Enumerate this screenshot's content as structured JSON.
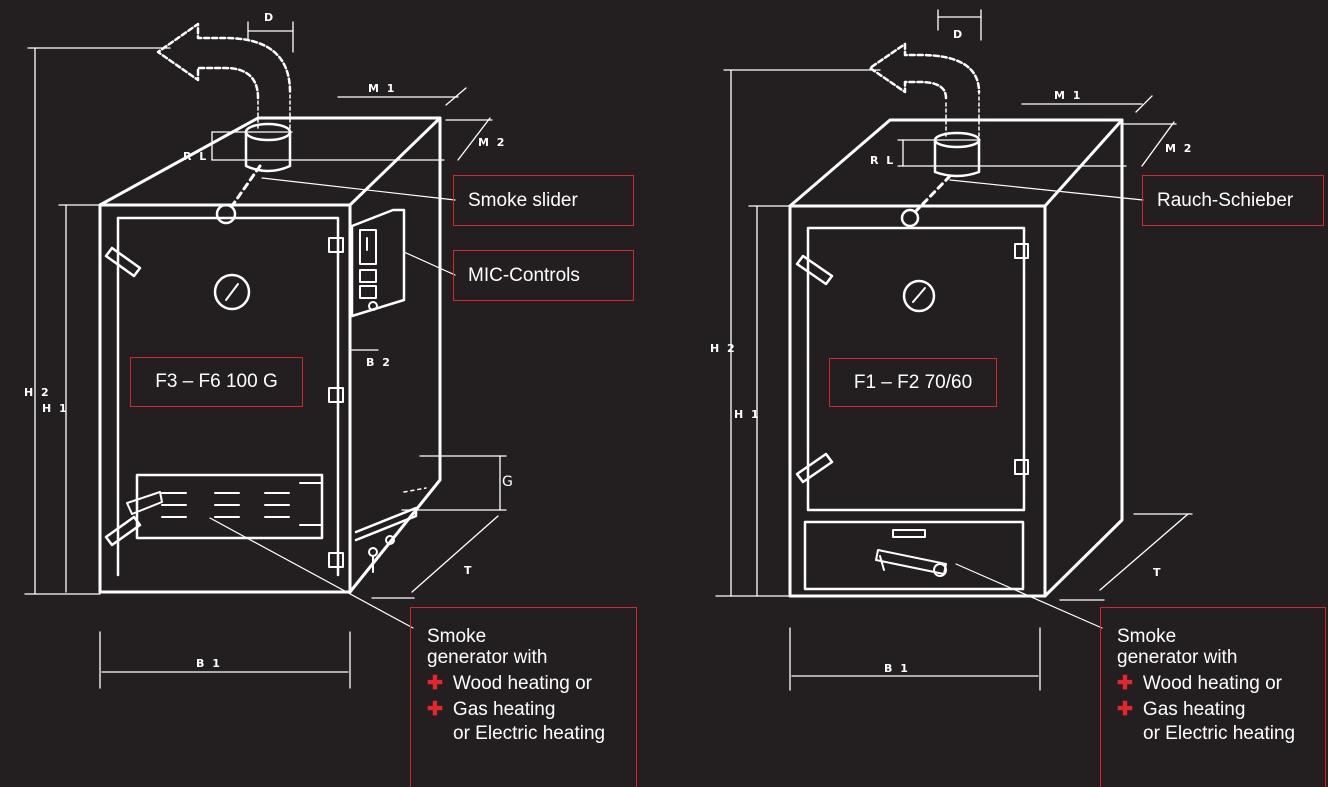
{
  "dimension_labels": {
    "D": "D",
    "M1": "M 1",
    "M2": "M 2",
    "RL": "R L",
    "H1": "H 1",
    "H2": "H 2",
    "B1": "B 1",
    "B2": "B 2",
    "G": "G",
    "T": "T"
  },
  "left_unit": {
    "model": "F3 – F6 100 G",
    "smoke_slider": "Smoke slider",
    "controls": "MIC-Controls",
    "generator": {
      "title": "Smoke generator with",
      "options": [
        "Wood heating or",
        "Gas heating"
      ],
      "last": "or Electric heating"
    }
  },
  "right_unit": {
    "model": "F1 – F2 70/60",
    "smoke_slider": "Rauch-Schieber",
    "generator": {
      "title": "Smoke generator with",
      "options": [
        "Wood heating or",
        "Gas heating"
      ],
      "last": "or Electric heating"
    }
  },
  "colors": {
    "background": "#231f20",
    "line": "#ffffff",
    "accent": "#d7262b"
  }
}
